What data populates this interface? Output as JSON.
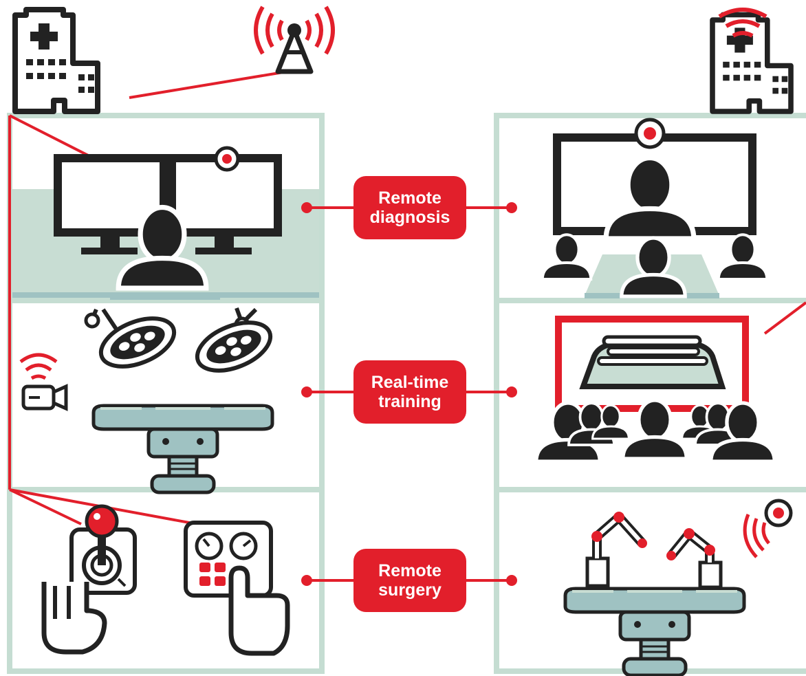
{
  "colors": {
    "accent_red": "#e21f2b",
    "panel_border": "#c5ddd2",
    "panel_fill": "#c8ddd3",
    "teal": "#9fc2c2",
    "ink": "#222222"
  },
  "links": [
    {
      "line1": "Remote",
      "line2": "diagnosis"
    },
    {
      "line1": "Real-time",
      "line2": "training"
    },
    {
      "line1": "Remote",
      "line2": "surgery"
    }
  ],
  "icons": [
    "hospital-icon",
    "antenna-icon",
    "wifi-icon",
    "video-camera-icon",
    "joystick-icon",
    "control-panel-icon",
    "hand-pointer-icon",
    "surgical-light-icon",
    "operating-table-icon",
    "robotic-arm-icon",
    "person-icon"
  ]
}
